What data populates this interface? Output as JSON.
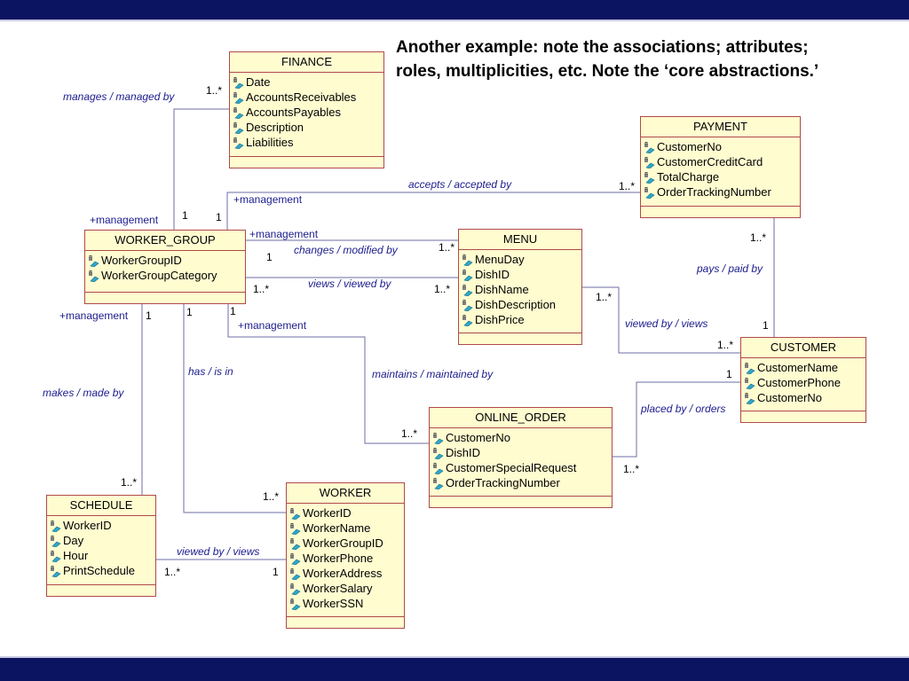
{
  "title_line1": "Another example:  note the associations;  attributes;",
  "title_line2": "roles, multiplicities, etc.  Note the ‘core abstractions.’",
  "classes": {
    "finance": {
      "name": "FINANCE",
      "attrs": [
        "Date",
        "AccountsReceivables",
        "AccountsPayables",
        "Description",
        "Liabilities"
      ]
    },
    "payment": {
      "name": "PAYMENT",
      "attrs": [
        "CustomerNo",
        "CustomerCreditCard",
        "TotalCharge",
        "OrderTrackingNumber"
      ]
    },
    "worker_group": {
      "name": "WORKER_GROUP",
      "attrs": [
        "WorkerGroupID",
        "WorkerGroupCategory"
      ]
    },
    "menu": {
      "name": "MENU",
      "attrs": [
        "MenuDay",
        "DishID",
        "DishName",
        "DishDescription",
        "DishPrice"
      ]
    },
    "customer": {
      "name": "CUSTOMER",
      "attrs": [
        "CustomerName",
        "CustomerPhone",
        "CustomerNo"
      ]
    },
    "online_order": {
      "name": "ONLINE_ORDER",
      "attrs": [
        "CustomerNo",
        "DishID",
        "CustomerSpecialRequest",
        "OrderTrackingNumber"
      ]
    },
    "schedule": {
      "name": "SCHEDULE",
      "attrs": [
        "WorkerID",
        "Day",
        "Hour",
        "PrintSchedule"
      ]
    },
    "worker": {
      "name": "WORKER",
      "attrs": [
        "WorkerID",
        "WorkerName",
        "WorkerGroupID",
        "WorkerPhone",
        "WorkerAddress",
        "WorkerSalary",
        "WorkerSSN"
      ]
    }
  },
  "associations": {
    "manages": "manages / managed by",
    "accepts": "accepts / accepted by",
    "changes": "changes / modified by",
    "views_wg": "views / viewed by",
    "pays": "pays / paid by",
    "viewed_menu": "viewed by / views",
    "maintains": "maintains / maintained by",
    "placed": "placed by / orders",
    "has": "has / is in",
    "makes": "makes  / made by",
    "viewed_sched": "viewed by / views"
  },
  "roles": {
    "management": "+management"
  },
  "multiplicities": {
    "one": "1",
    "many": "1..*"
  },
  "colors": {
    "class_fill": "#fffcd0",
    "class_border": "#b04a48",
    "line": "#6e6ea4",
    "label": "#1c1c8e",
    "band": "#0b1460"
  },
  "icon": "attribute-icon"
}
